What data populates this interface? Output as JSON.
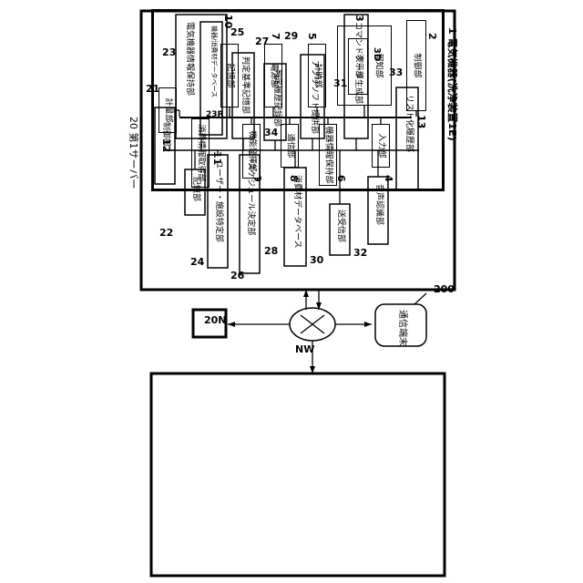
{
  "device": {
    "title": "1 電気機器(洗浄装置1E)",
    "blocks": {
      "control": {
        "num": "2",
        "label": "制御部"
      },
      "bus": {
        "num": "13"
      },
      "notify": {
        "num": "3",
        "label": "報知部",
        "sub_num": "3D",
        "sub_label": "表示部"
      },
      "input": {
        "num": "4",
        "label": "入力部"
      },
      "clock": {
        "num": "5",
        "label": "計時部"
      },
      "device_info": {
        "num": "6",
        "label": "機器情報保持部"
      },
      "power": {
        "num": "7",
        "label": "電源部"
      },
      "comm": {
        "num": "8",
        "label": "通信部"
      },
      "function": {
        "num": "9",
        "label": "機能発揮部"
      },
      "storage": {
        "num": "10",
        "label": "記憶部"
      },
      "consumable_acq": {
        "num": "11",
        "label": "消費情報取得部"
      },
      "meter": {
        "num": "12",
        "label": "計量部"
      }
    }
  },
  "server": {
    "title": "20 第1サーバー",
    "blocks": {
      "control": {
        "num": "21",
        "label": "制御部"
      },
      "storage": {
        "num": "22",
        "label": "記憶部"
      },
      "device_info_hold": {
        "num": "23",
        "label": "電気機器情報保持部",
        "sub_num": "23R",
        "sub_label": "機器/消費材データベース"
      },
      "user_facility": {
        "num": "24",
        "label": "ユーザー・施設特定部"
      },
      "criteria_store": {
        "num": "25",
        "label": "判定基準記憶部"
      },
      "schedule": {
        "num": "26",
        "label": "スケジュール決定部"
      },
      "history": {
        "num": "27",
        "label": "判定履歴記録部"
      },
      "consumable_db": {
        "num": "28",
        "label": "消費材データベース"
      },
      "app_provider": {
        "num": "29",
        "label": "アプリソフト提供部"
      },
      "transceiver": {
        "num": "30",
        "label": "送受信部"
      },
      "command_gen": {
        "num": "31",
        "label": "コマンドデータ生成部"
      },
      "voice": {
        "num": "32",
        "label": "音声認識部"
      },
      "list_history": {
        "num": "33",
        "label": "リスト化履歴部"
      },
      "bus": {
        "num": "34"
      }
    }
  },
  "network": {
    "label": "NW"
  },
  "other_server": {
    "label": "20N"
  },
  "terminal": {
    "num": "200",
    "label": "通信端末"
  }
}
